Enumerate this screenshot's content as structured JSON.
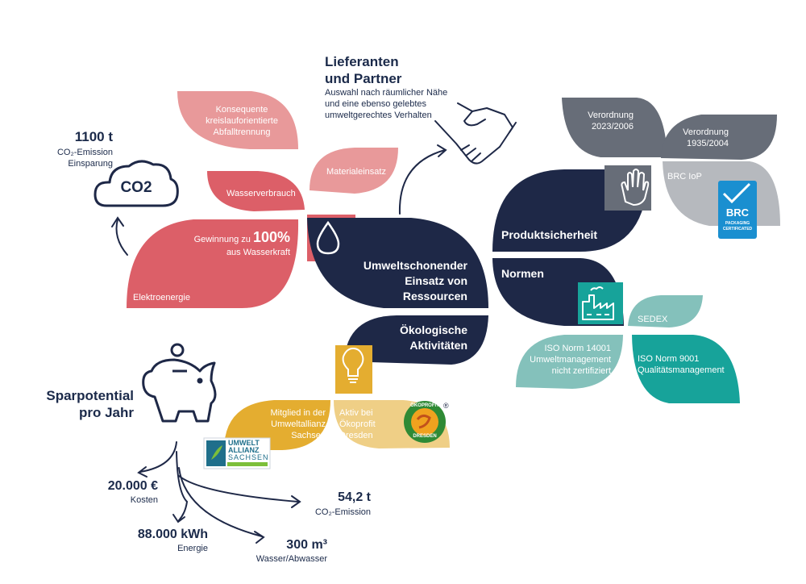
{
  "colors": {
    "navy": "#1e2847",
    "coral": "#dc5f68",
    "coral_light": "#e8999a",
    "gold": "#e4ad30",
    "gold_light": "#efcf86",
    "teal": "#17a39a",
    "teal_light": "#84c1bb",
    "grey_dark": "#676d78",
    "grey_light": "#b6b9be"
  },
  "supplier": {
    "title_line1": "Lieferanten",
    "title_line2": "und Partner",
    "desc_line1": "Auswahl nach räumlicher Nähe",
    "desc_line2": "und eine ebenso gelebtes",
    "desc_line3": "umweltgerechtes Verhalten"
  },
  "co2_saving": {
    "value": "1100 t",
    "label_line1": "CO₂-Emission",
    "label_line2": "Einsparung",
    "cloud_text": "CO2"
  },
  "resources": {
    "center_line1": "Umweltschonender",
    "center_line2": "Einsatz von",
    "center_line3": "Ressourcen",
    "waste_line1": "Konsequente",
    "waste_line2": "kreislauforientierte",
    "waste_line3": "Abfalltrennung",
    "material": "Materialeinsatz",
    "water": "Wasserverbrauch",
    "hydro_prefix": "Gewinnung zu",
    "hydro_value": "100%",
    "hydro_suffix": "aus Wasserkraft",
    "electricity": "Elektroenergie"
  },
  "eco": {
    "center_line1": "Ökologische",
    "center_line2": "Aktivitäten",
    "allianz_line1": "Mitglied in der",
    "allianz_line2": "Umweltallianz",
    "allianz_line3": "Sachsen",
    "oekoprofit_line1": "Aktiv bei",
    "oekoprofit_line2": "Ökoprofit",
    "oekoprofit_line3": "Dresden",
    "allianz_logo_line1": "UMWELT",
    "allianz_logo_line2": "ALLIANZ",
    "allianz_logo_line3": "SACHSEN",
    "oeko_logo_top": "ÖKOPROFIT",
    "oeko_logo_bottom": "DRESDEN",
    "oeko_logo_mark": "®"
  },
  "product": {
    "safety": "Produktsicherheit",
    "norms": "Normen",
    "reg1_line1": "Verordnung",
    "reg1_line2": "2023/2006",
    "reg2_line1": "Verordnung",
    "reg2_line2": "1935/2004",
    "brc": "BRC IoP",
    "brc_logo_main": "BRC",
    "brc_logo_sub1": "PACKAGING",
    "brc_logo_sub2": "CERTIFICATED",
    "sedex": "SEDEX",
    "iso14001_line1": "ISO Norm 14001",
    "iso14001_line2": "Umweltmanagement",
    "iso14001_line3": "nicht zertifiziert",
    "iso9001_line1": "ISO Norm 9001",
    "iso9001_line2": "Qualitätsmanagement"
  },
  "savings": {
    "title_line1": "Sparpotential",
    "title_line2": "pro Jahr",
    "cost_value": "20.000 €",
    "cost_label": "Kosten",
    "energy_value": "88.000 kWh",
    "energy_label": "Energie",
    "water_value": "300 m³",
    "water_label": "Wasser/Abwasser",
    "co2_value": "54,2 t",
    "co2_label": "CO₂-Emission"
  }
}
